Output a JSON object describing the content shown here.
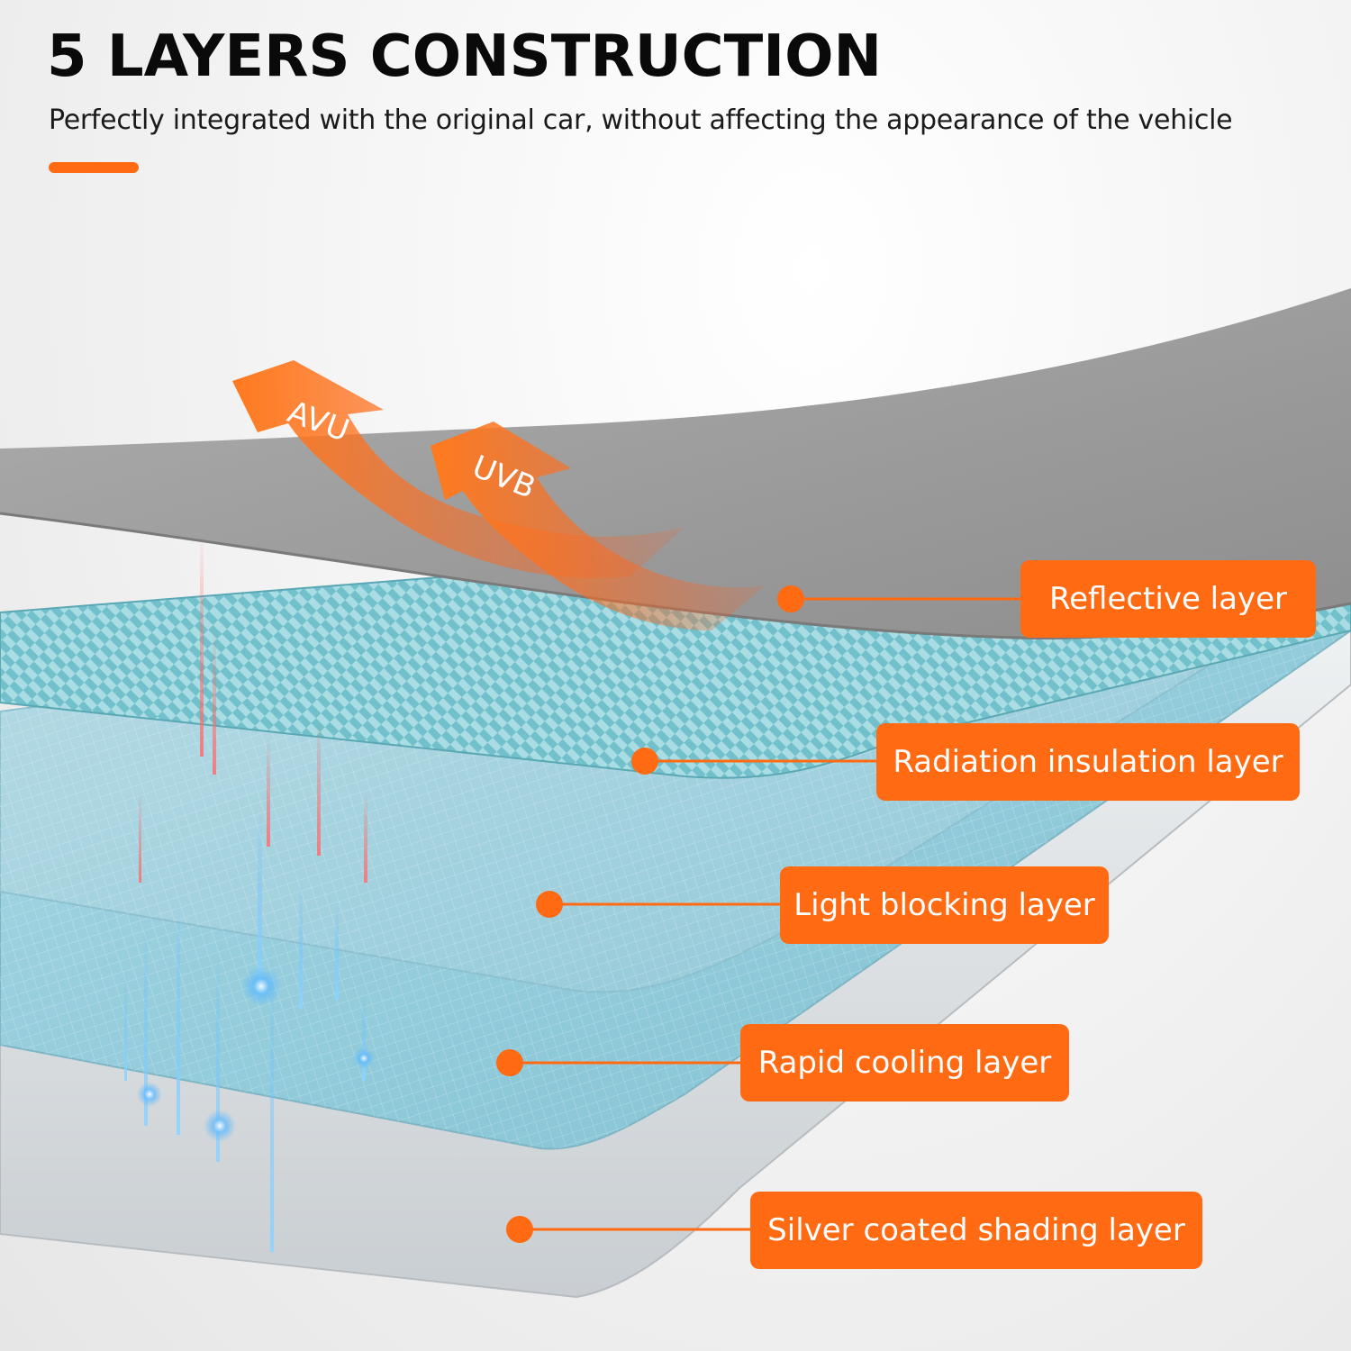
{
  "header": {
    "title": "5 LAYERS CONSTRUCTION",
    "subtitle": "Perfectly integrated with the original car, without affecting the appearance of the vehicle"
  },
  "arrows": [
    {
      "label": "AVU"
    },
    {
      "label": "UVB"
    }
  ],
  "layers": [
    {
      "label": "Reflective layer"
    },
    {
      "label": "Radiation insulation layer"
    },
    {
      "label": "Light blocking layer"
    },
    {
      "label": "Rapid cooling layer"
    },
    {
      "label": "Silver coated shading layer"
    }
  ],
  "colors": {
    "accent": "#ff6a13",
    "reflective": "#9c9c9c",
    "radiation": "#7ec6cf",
    "light_blocking": "#9dd0dc",
    "rapid_cooling": "#8cc9d8",
    "silver": "#d8dde0"
  }
}
